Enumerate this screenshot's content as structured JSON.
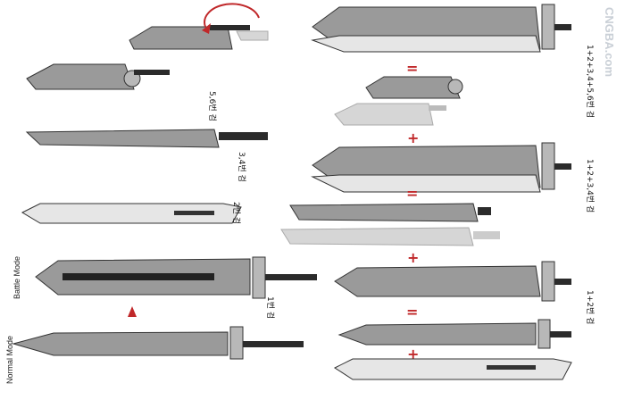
{
  "labels": {
    "sword_56": "5,6번 검",
    "sword_34": "3,4번 검",
    "sword_2": "2번 검",
    "sword_1": "1번 검",
    "combo_all": "1+2+3,4+5,6번 검",
    "combo_1234": "1+2+3,4번 검",
    "combo_12": "1+2번 검"
  },
  "modes": {
    "battle": "Battle Mode",
    "normal": "Normal Mode"
  },
  "operators": {
    "equals": "=",
    "plus": "+"
  },
  "watermark": "CNGBA.com",
  "colors": {
    "accent": "#c0282a",
    "blade": "#9a9a9a",
    "grip": "#2b2b2b"
  }
}
